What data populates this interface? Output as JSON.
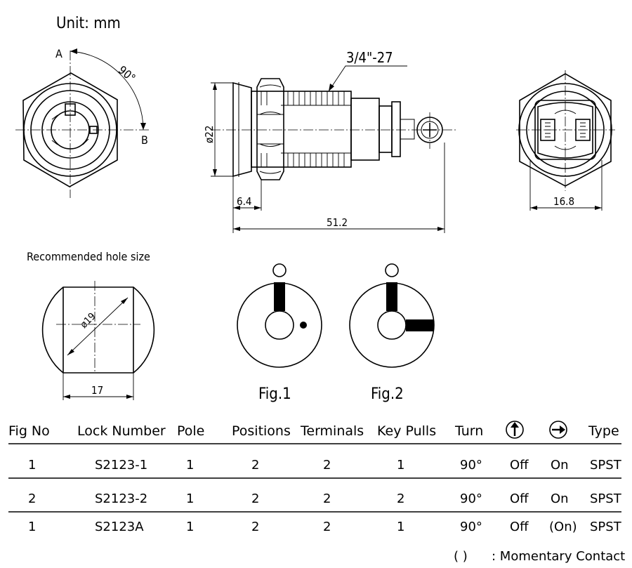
{
  "unit_label": "Unit:  mm",
  "thread_label": "3/4\"-27",
  "dims": {
    "rotation": "90°",
    "pos_a": "A",
    "pos_b": "B",
    "diameter": "ø22",
    "flange": "6.4",
    "length": "51.2",
    "width": "16.8",
    "hole_dia": "ø19",
    "hole_flat": "17"
  },
  "hole_title": "Recommended hole size",
  "fig1_label": "Fig.1",
  "fig2_label": "Fig.2",
  "table": {
    "headers": [
      "Fig No",
      "Lock Number",
      "Pole",
      "Positions",
      "Terminals",
      "Key Pulls",
      "Turn",
      "up-arrow-circle-icon",
      "right-arrow-circle-icon",
      "Type"
    ],
    "rows": [
      [
        "1",
        "S2123-1",
        "1",
        "2",
        "2",
        "1",
        "90°",
        "Off",
        "On",
        "SPST"
      ],
      [
        "2",
        "S2123-2",
        "1",
        "2",
        "2",
        "2",
        "90°",
        "Off",
        "On",
        "SPST"
      ],
      [
        "1",
        "S2123A",
        "1",
        "2",
        "2",
        "1",
        "90°",
        "Off",
        "(On)",
        "SPST"
      ]
    ]
  },
  "footnote": {
    "symbol": "(   )",
    "text": ": Momentary Contact"
  }
}
